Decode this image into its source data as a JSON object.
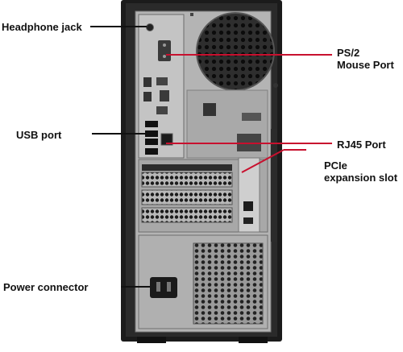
{
  "labels": {
    "headphone_jack": "Headphone jack",
    "usb_port": "USB port",
    "power_connector": "Power connector",
    "ps2": [
      "PS/2",
      "Mouse Port"
    ],
    "rj45": "RJ45 Port",
    "pcie": [
      "PCIe",
      "expansion slot"
    ]
  },
  "colors": {
    "left_leader": "#111111",
    "right_leader": "#c8102e"
  }
}
